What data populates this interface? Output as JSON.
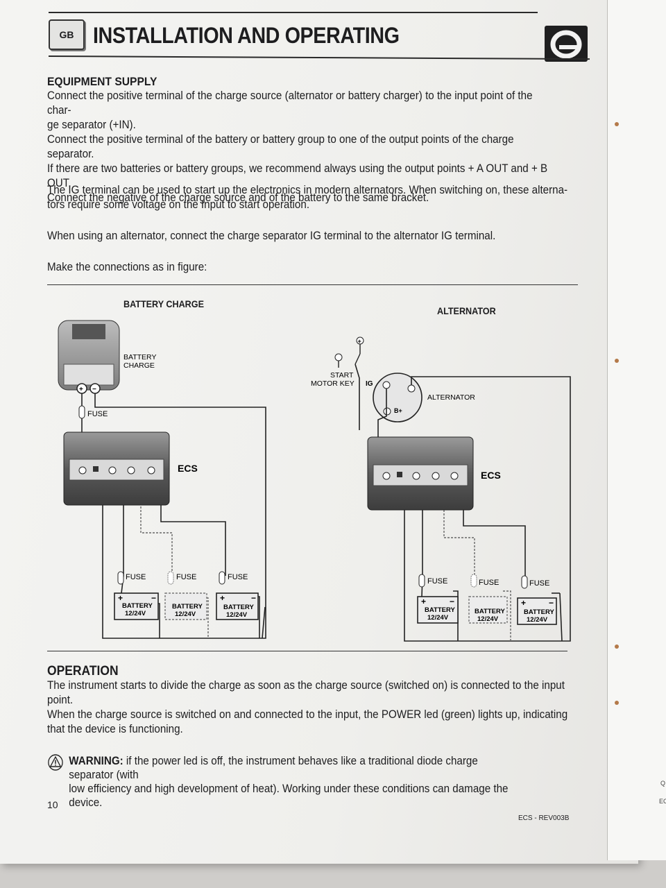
{
  "header": {
    "lang_code": "GB",
    "title": "INSTALLATION AND OPERATING",
    "logo_icon": "q-logo-icon"
  },
  "equipment": {
    "heading": "EQUIPMENT SUPPLY",
    "lines": [
      "Connect the positive terminal of the charge source (alternator or battery charger) to the input point of the char-",
      "ge separator (+IN).",
      "Connect the positive terminal of the battery or battery group to one of the output points of the charge separator.",
      "If there are two batteries or battery groups, we recommend always using the output points + A OUT and + B OUT.",
      "Connect the negative of the charge source and of the battery to the same bracket."
    ],
    "ig_lines": [
      "The IG terminal can be used to start up the electronics in modern alternators. When switching on, these alterna-",
      "tors require some voltage on the Input to start operation."
    ],
    "alternator_line": "When using an alternator, connect the charge separator IG terminal to the alternator IG terminal.",
    "figure_line": "Make the connections as in figure:"
  },
  "diagram": {
    "left_title": "BATTERY CHARGE",
    "right_title": "ALTERNATOR",
    "charger_label_1": "BATTERY",
    "charger_label_2": "CHARGE",
    "fuse_label": "FUSE",
    "ecs_label": "ECS",
    "battery_label_1": "BATTERY",
    "battery_label_2": "12/24V",
    "start_label_1": "START",
    "start_label_2": "MOTOR KEY",
    "ig_label": "IG",
    "bplus_label": "B+",
    "alternator_label": "ALTERNATOR"
  },
  "operation": {
    "heading": "OPERATION",
    "lines": [
      "The instrument starts to divide the charge as soon as the charge source (switched on) is connected to the input",
      "point.",
      "When the charge source is switched on and connected to the input, the POWER led (green) lights up, indicating",
      "that the device is functioning."
    ],
    "warning_bold": "WARNING:",
    "warning_lines": [
      " if the power led is off, the instrument behaves like a traditional diode charge separator (with",
      "low efficiency and high development of heat). Working under these conditions can damage the device."
    ]
  },
  "footer": {
    "page_number": "10",
    "doc_ref": "ECS - REV003B"
  },
  "side_page": {
    "snippet_1": "Q",
    "snippet_2": "EC"
  }
}
